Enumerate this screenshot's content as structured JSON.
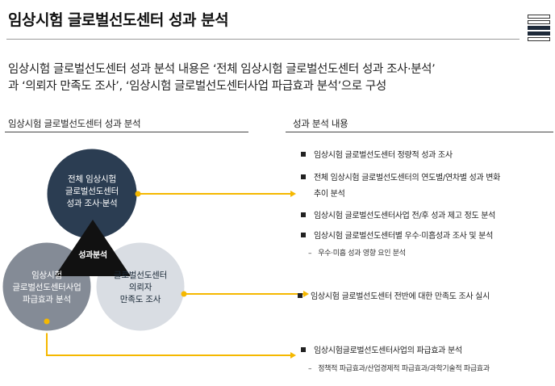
{
  "page": {
    "title": "임상시험 글로벌선도센터 성과 분석",
    "summary_line1": "임상시험 글로벌선도센터 성과 분석 내용은 ‘전체 임상시험 글로벌선도센터 성과 조사·분석’",
    "summary_line2": "과 ‘의뢰자 만족도 조사’, ‘임상시험 글로벌선도센터사업 파급효과 분석’으로 구성"
  },
  "left_section": {
    "heading": "임상시험 글로벌선도센터 성과 분석",
    "circle_top": {
      "line1": "전체 임상시험",
      "line2": "글로벌선도센터",
      "line3": "성과 조사·분석"
    },
    "circle_left": {
      "line1": "임상시험",
      "line2": "글로벌선도센터사업",
      "line3": "파급효과 분석"
    },
    "circle_right": {
      "line1": "글로벌선도센터",
      "line2": "의뢰자",
      "line3": "만족도 조사"
    },
    "center": "성과분석"
  },
  "right_section": {
    "heading": "성과 분석 내용",
    "group1": {
      "items": [
        "임상시험 글로벌선도센터 정량적 성과 조사",
        "전체 임상시험 글로벌선도센터의 연도별/연차별 성과 변화",
        "임상시험 글로벌선도센터사업 전/후 성과 제고 정도 분석",
        "임상시험 글로벌선도센터별 우수·미흡성과 조사 및 분석"
      ],
      "item2_cont": "추이 분석",
      "sub": "우수·미흡 성과 영향 요인 분석"
    },
    "group2": {
      "item": "임상시험 글로벌선도센터 전반에 대한 만족도 조사 실시"
    },
    "group3": {
      "item": "임상시험글로벌선도센터사업의 파급효과 분석",
      "sub": "정책적 파급효과/산업경제적 파급효과/과학기술적 파급효과"
    }
  },
  "colors": {
    "accent": "#f5b800",
    "circle_top": "#2b3d52",
    "circle_left": "#848b96",
    "circle_right": "#d9dde3",
    "triangle": "#111111"
  },
  "icons": {
    "bullet": "square-bullet-icon",
    "deck": "layers-icon"
  }
}
